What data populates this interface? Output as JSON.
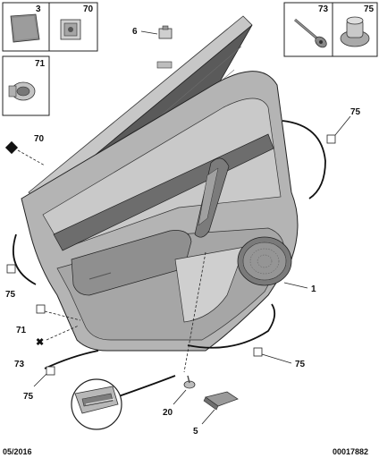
{
  "callouts": {
    "c3": "3",
    "c70_box": "70",
    "c71_box": "71",
    "c73_box": "73",
    "c75_box": "75",
    "c6": "6",
    "c70_side": "70",
    "c75_right": "75",
    "c1": "1",
    "c75_left": "75",
    "c71_left": "71",
    "c73_left": "73",
    "c75_bottom_right": "75",
    "c75_bottom_left": "75",
    "c20": "20",
    "c5": "5"
  },
  "footer": {
    "date": "05/2016",
    "code": "00017882"
  },
  "colors": {
    "panel": "#b9b9b9",
    "panel_dark": "#8e8e8e",
    "shade": "#5d5d5d",
    "line": "#222222"
  }
}
